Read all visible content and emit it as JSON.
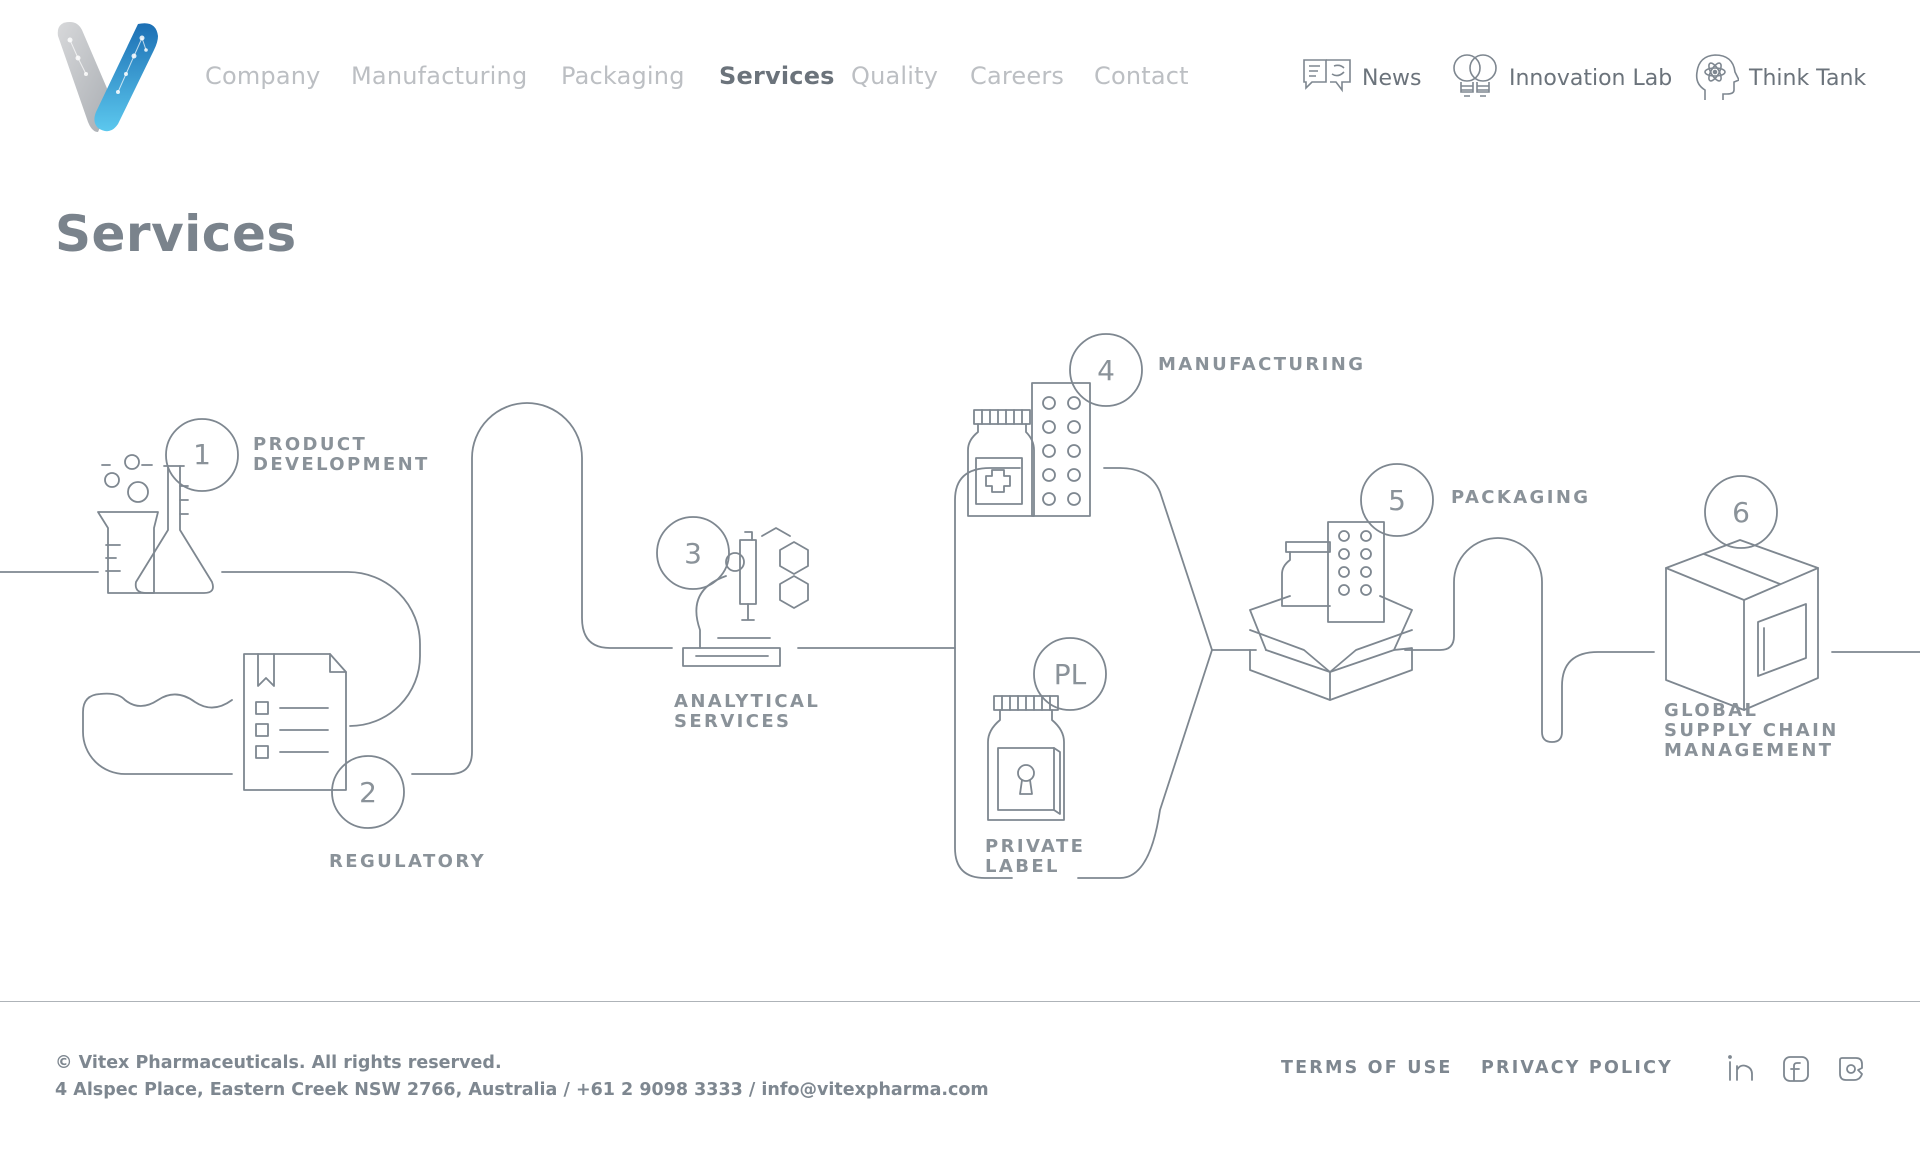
{
  "header": {
    "nav": [
      {
        "label": "Company",
        "active": false
      },
      {
        "label": "Manufacturing",
        "active": false
      },
      {
        "label": "Packaging",
        "active": false
      },
      {
        "label": "Services",
        "active": true
      },
      {
        "label": "Quality",
        "active": false
      },
      {
        "label": "Careers",
        "active": false
      },
      {
        "label": "Contact",
        "active": false
      }
    ],
    "utility": [
      {
        "label": "News",
        "icon": "speech-bubbles-icon"
      },
      {
        "label": "Innovation Lab",
        "icon": "lightbulbs-icon"
      },
      {
        "label": "Think Tank",
        "icon": "head-atom-icon"
      }
    ]
  },
  "page": {
    "title": "Services"
  },
  "diagram": {
    "steps": [
      {
        "number": "1",
        "lines": [
          "PRODUCT",
          "DEVELOPMENT"
        ],
        "icon": "lab-glassware-icon"
      },
      {
        "number": "2",
        "lines": [
          "REGULATORY"
        ],
        "icon": "checklist-document-icon"
      },
      {
        "number": "3",
        "lines": [
          "ANALYTICAL",
          "SERVICES"
        ],
        "icon": "microscope-icon"
      },
      {
        "number": "4",
        "lines": [
          "MANUFACTURING"
        ],
        "icon": "pill-bottle-blister-icon"
      },
      {
        "number": "PL",
        "lines": [
          "PRIVATE",
          "LABEL"
        ],
        "icon": "locked-bottle-icon"
      },
      {
        "number": "5",
        "lines": [
          "PACKAGING"
        ],
        "icon": "open-box-icon"
      },
      {
        "number": "6",
        "lines": [
          "GLOBAL",
          "SUPPLY CHAIN",
          "MANAGEMENT"
        ],
        "icon": "shipping-box-icon"
      }
    ]
  },
  "footer": {
    "copyright": "© Vitex Pharmaceuticals. All rights reserved.",
    "address": "4 Alspec Place, Eastern Creek NSW 2766, Australia / +61 2 9098 3333 / info@vitexpharma.com",
    "links": [
      "TERMS OF USE",
      "PRIVACY POLICY"
    ],
    "social": [
      "linkedin-icon",
      "facebook-icon",
      "instagram-icon"
    ]
  },
  "colors": {
    "line": "#7e8790",
    "nav_inactive": "#bcbfc3",
    "logo_blue": "#1f7fc4",
    "logo_cyan": "#5bc6ea",
    "logo_grey": "#c9cbce"
  }
}
